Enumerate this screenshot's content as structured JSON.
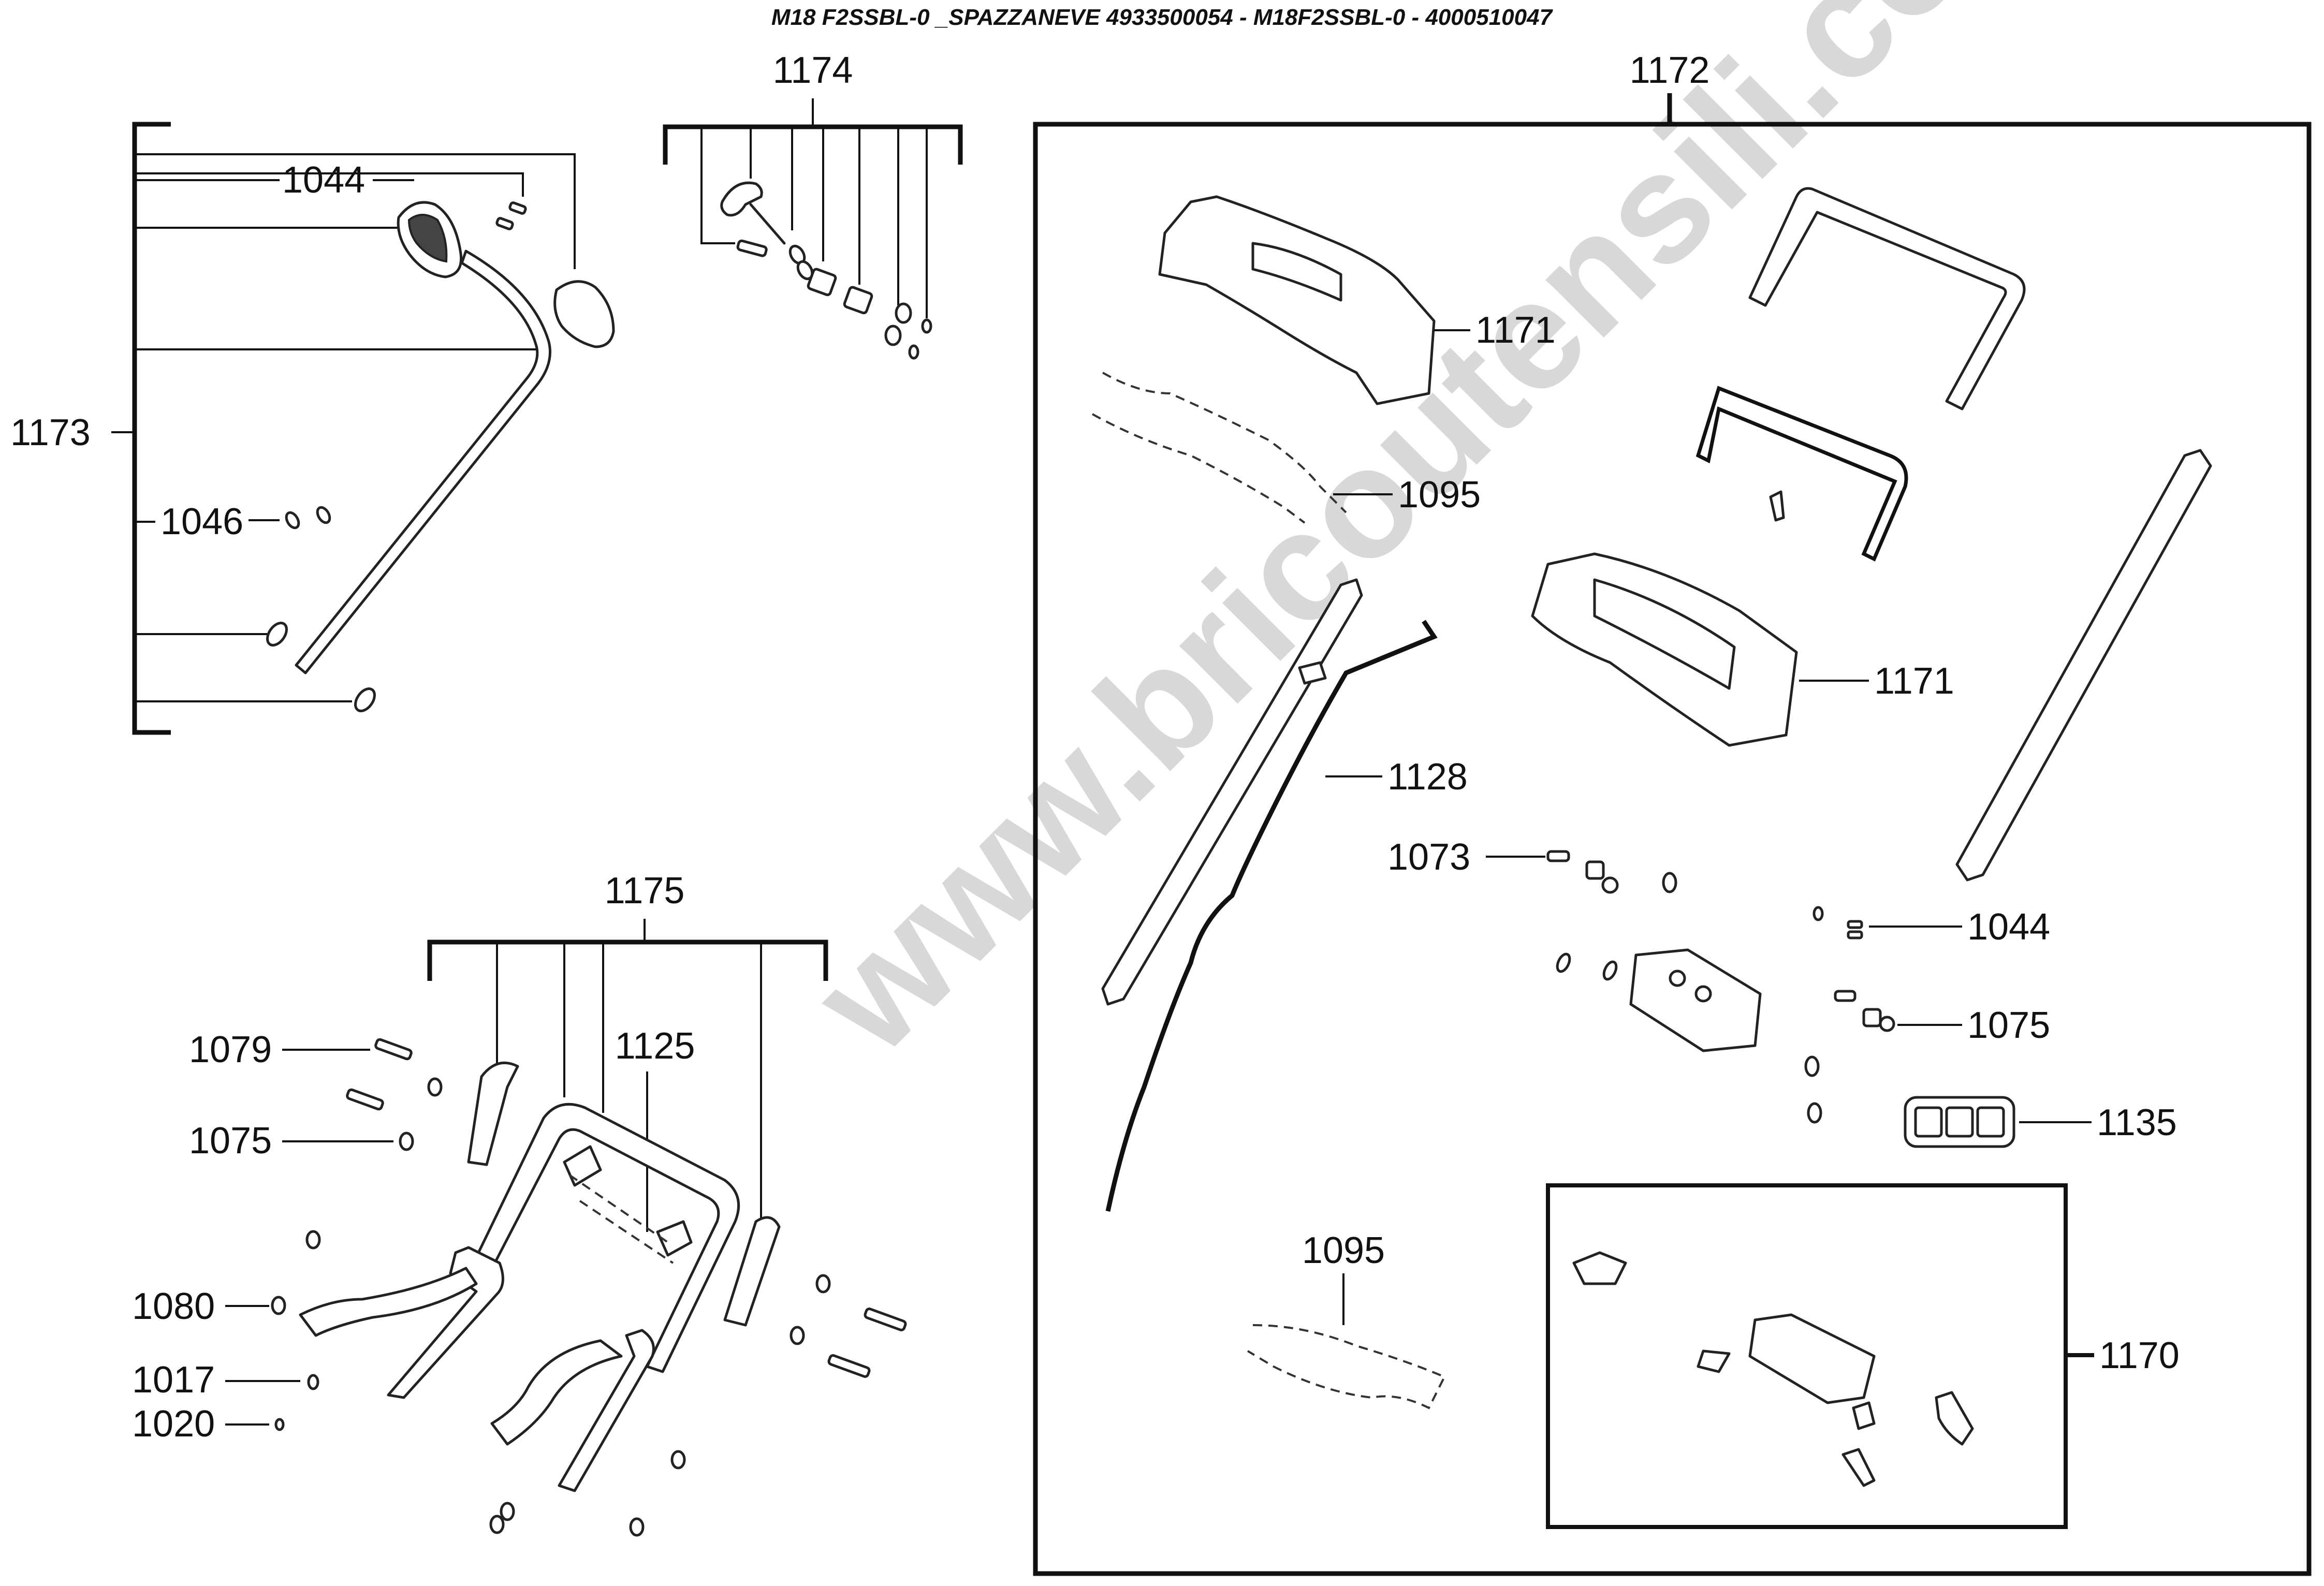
{
  "title": "M18 F2SSBL-0 _SPAZZANEVE 4933500054 - M18F2SSBL-0 - 4000510047",
  "watermark": "www.bricoutensili.com",
  "labels": {
    "l1173": "1173",
    "l1044a": "1044",
    "l1046": "1046",
    "l1174": "1174",
    "l1172": "1172",
    "l1171a": "1171",
    "l1095a": "1095",
    "l1171b": "1171",
    "l1128": "1128",
    "l1073": "1073",
    "l1044b": "1044",
    "l1075b": "1075",
    "l1135": "1135",
    "l1095b": "1095",
    "l1170": "1170",
    "l1175": "1175",
    "l1125": "1125",
    "l1079": "1079",
    "l1075a": "1075",
    "l1080": "1080",
    "l1017": "1017",
    "l1020": "1020"
  }
}
